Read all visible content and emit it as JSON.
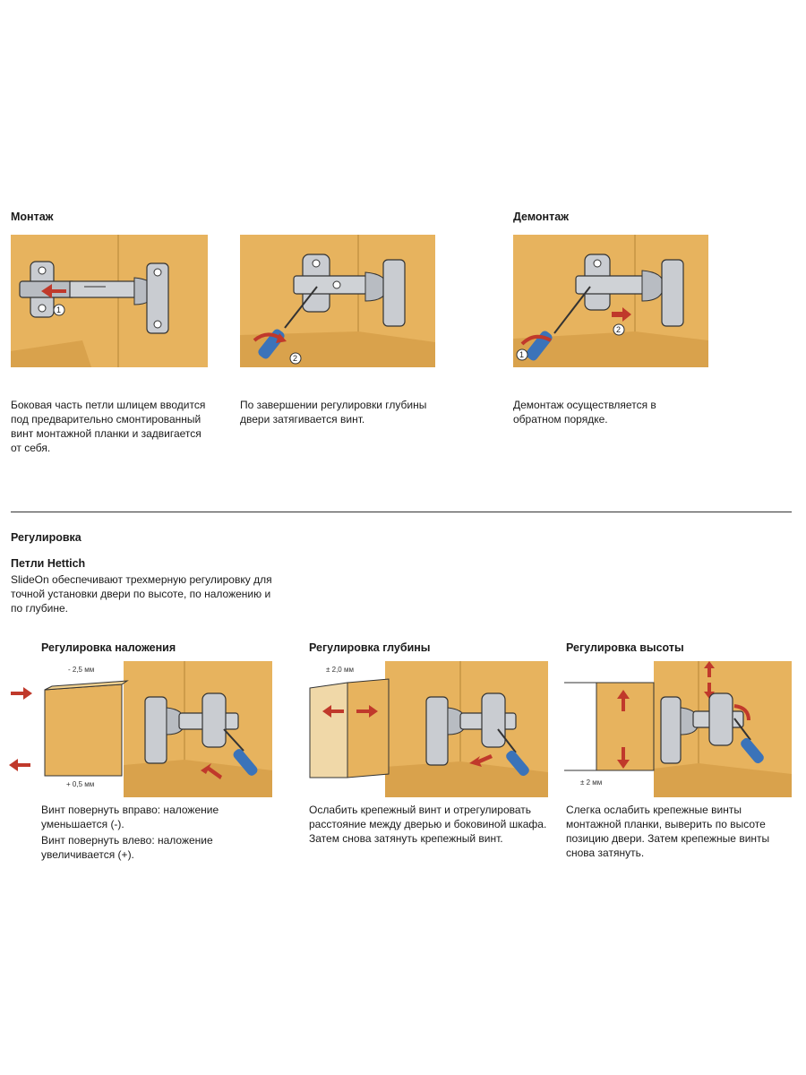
{
  "mounting": {
    "title": "Монтаж",
    "step1_caption": "Боковая часть петли шлицем вводится под предварительно смонтированный винт монтажной планки и задвигается от себя.",
    "step2_caption": "По завершении регулировки глубины двери затягивается винт.",
    "step1_number": "1",
    "step2_number": "2"
  },
  "dismounting": {
    "title": "Демонтаж",
    "caption": "Демонтаж осуществляется в обратном порядке.",
    "number1": "1",
    "number2": "2"
  },
  "adjustment": {
    "title": "Регулировка",
    "subtitle": "Петли Hettich",
    "intro": "SlideOn обеспечивают трехмерную регулировку для точной установки двери по высоте, по наложению и по глубине.",
    "overlay": {
      "title": "Регулировка наложения",
      "label_top": "- 2,5 мм",
      "label_bottom": "+ 0,5 мм",
      "caption1": "Винт повернуть вправо: наложение уменьшается (-).",
      "caption2": "Винт повернуть влево: наложение увеличивается (+)."
    },
    "depth": {
      "title": "Регулировка глубины",
      "label": "± 2,0 мм",
      "caption": "Ослабить крепежный винт и отрегулировать расстояние между дверью и боковиной шкафа. Затем снова затянуть крепежный винт."
    },
    "height": {
      "title": "Регулировка высоты",
      "label": "± 2 мм",
      "caption": "Слегка ослабить крепежные винты монтажной планки, выверить по высоте позицию двери. Затем крепежные винты снова затянуть."
    }
  },
  "colors": {
    "wood": "#e7b35e",
    "arrow": "#c0392b",
    "metal": "#b8bcc2",
    "screwdriver": "#3b73b9"
  }
}
